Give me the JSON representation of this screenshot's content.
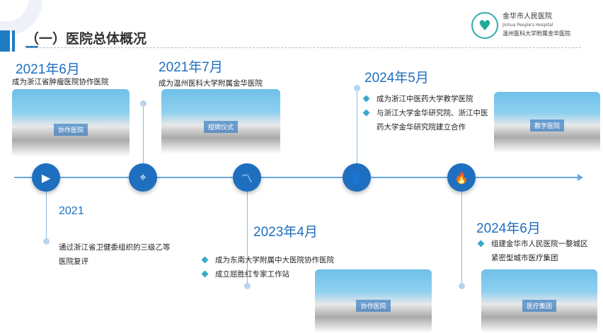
{
  "header": {
    "title": "（一）医院总体概况",
    "logo_name": "金华市人民医院",
    "logo_en": "Jinhua People's Hospital",
    "logo_sub": "温州医科大学附属金华医院"
  },
  "events": [
    {
      "date": "2021年6月",
      "items": [
        "成为浙江省肿瘤医院协作医院"
      ]
    },
    {
      "date": "2021年7月",
      "items": [
        "成为温州医科大学附属金华医院"
      ]
    },
    {
      "date": "2024年5月",
      "items": [
        "成为浙江中医药大学教学医院",
        "与浙江大学金华研究院、浙江中医药大学金华研究院建立合作"
      ]
    },
    {
      "date": "2021",
      "items": [
        "通过浙江省卫健委组织的三级乙等医院复评"
      ]
    },
    {
      "date": "2023年4月",
      "items": [
        "成为东南大学附属中大医院协作医院",
        "成立屈胜红专家工作站"
      ]
    },
    {
      "date": "2024年6月",
      "items": [
        "组建金华市人民医院一婺城区紧密型城市医疗集团"
      ]
    }
  ],
  "photos": {
    "p1": "协作医院",
    "p2": "授牌仪式",
    "p3": "教学医院",
    "p4": "协作医院",
    "p5": "医疗集团"
  },
  "icons": [
    "play-icon",
    "target-icon",
    "chart-icon",
    "user-icon",
    "flame-icon"
  ]
}
